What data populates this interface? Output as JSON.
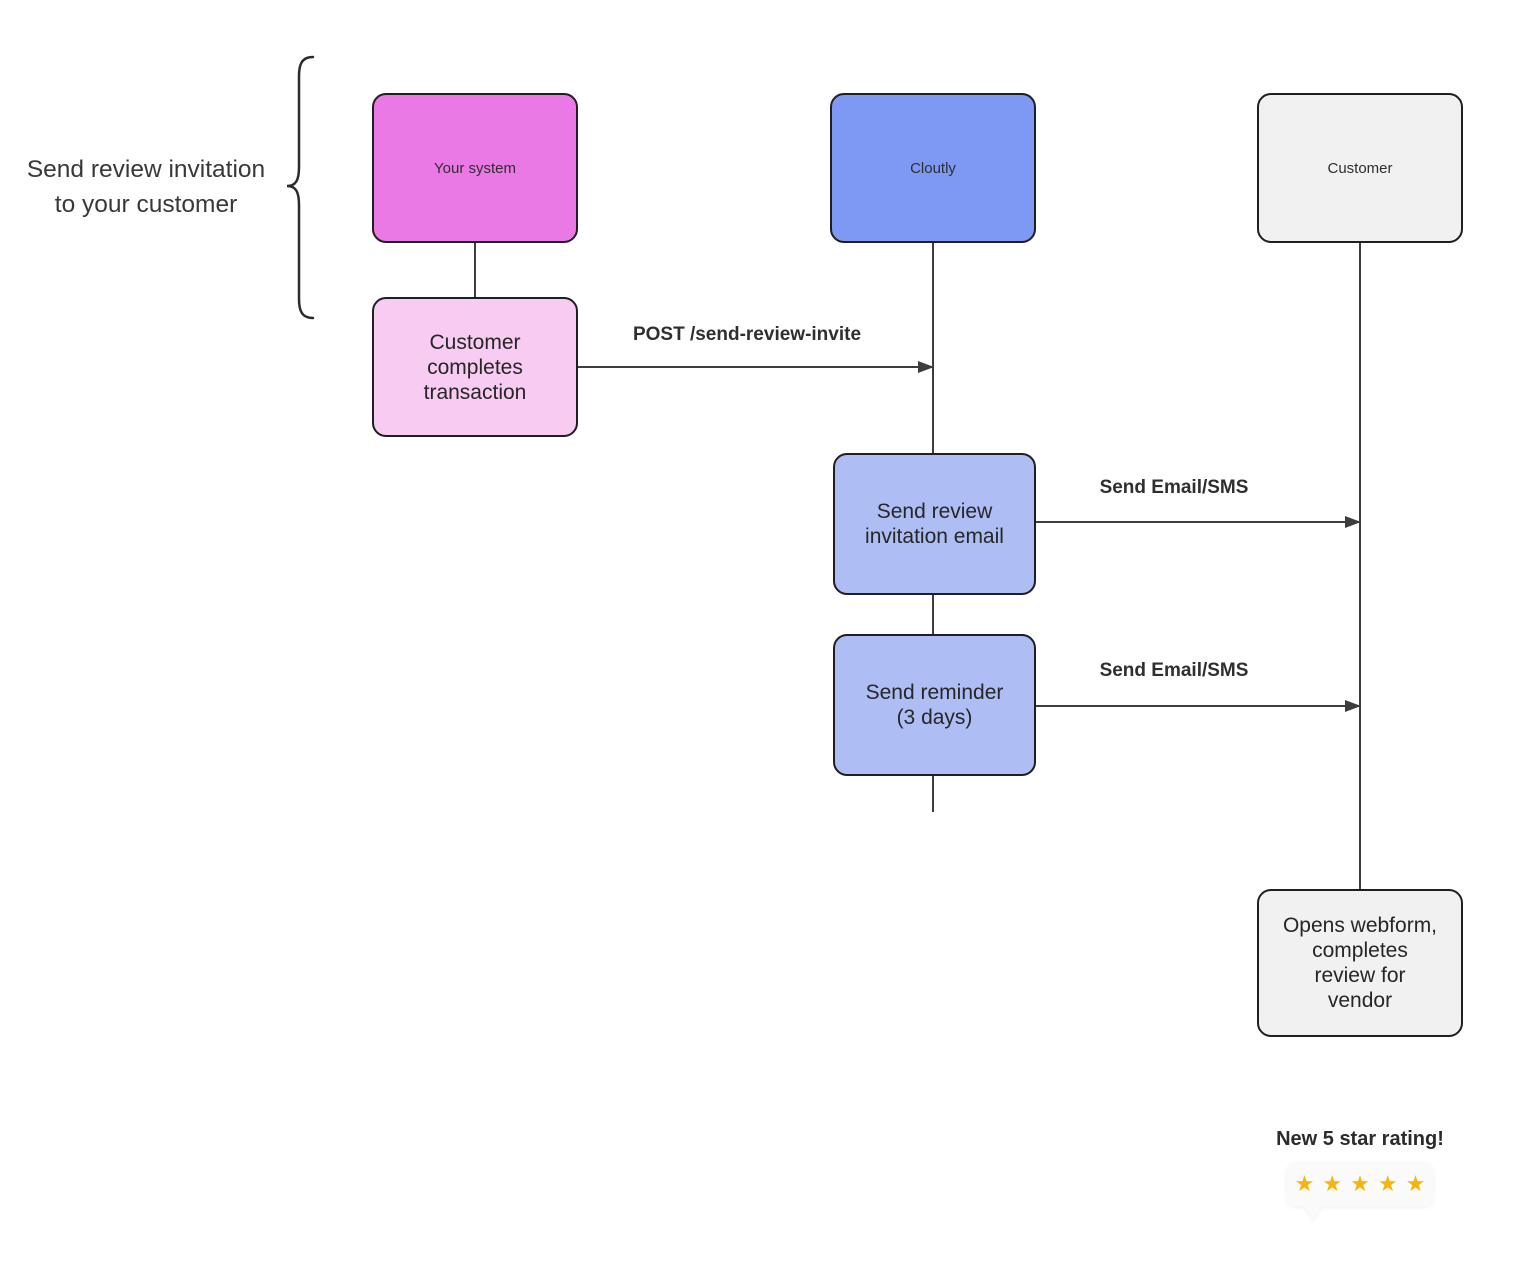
{
  "diagram": {
    "annotation": {
      "lines": [
        "Send review invitation",
        "to your customer"
      ]
    },
    "lanes": [
      {
        "id": "your-system",
        "label": "Your system",
        "color": "#eb79e5"
      },
      {
        "id": "cloutly",
        "label": "Cloutly",
        "color": "#7e99f4"
      },
      {
        "id": "customer",
        "label": "Customer",
        "color": "#f1f1f1"
      }
    ],
    "nodes": [
      {
        "id": "transaction",
        "lines": [
          "Customer",
          "completes",
          "transaction"
        ],
        "color": "#f7cbf2"
      },
      {
        "id": "invite-email",
        "lines": [
          "Send review",
          "invitation email"
        ],
        "color": "#aebef4"
      },
      {
        "id": "reminder",
        "lines": [
          "Send reminder",
          "(3 days)"
        ],
        "color": "#aebef4"
      },
      {
        "id": "webform",
        "lines": [
          "Opens webform,",
          "completes",
          "review for",
          "vendor"
        ],
        "color": "#f1f1f1"
      }
    ],
    "messages": [
      {
        "id": "post-invite",
        "label": "POST /send-review-invite"
      },
      {
        "id": "email-sms-1",
        "label": "Send Email/SMS"
      },
      {
        "id": "email-sms-2",
        "label": "Send Email/SMS"
      }
    ],
    "rating": {
      "label": "New 5 star rating!",
      "stars": 5,
      "star_glyph": "★",
      "star_color": "#f5b50e"
    },
    "colors": {
      "border": "#1f1f1f",
      "line": "#3d3d3d",
      "text": "#2f2f2f"
    }
  }
}
